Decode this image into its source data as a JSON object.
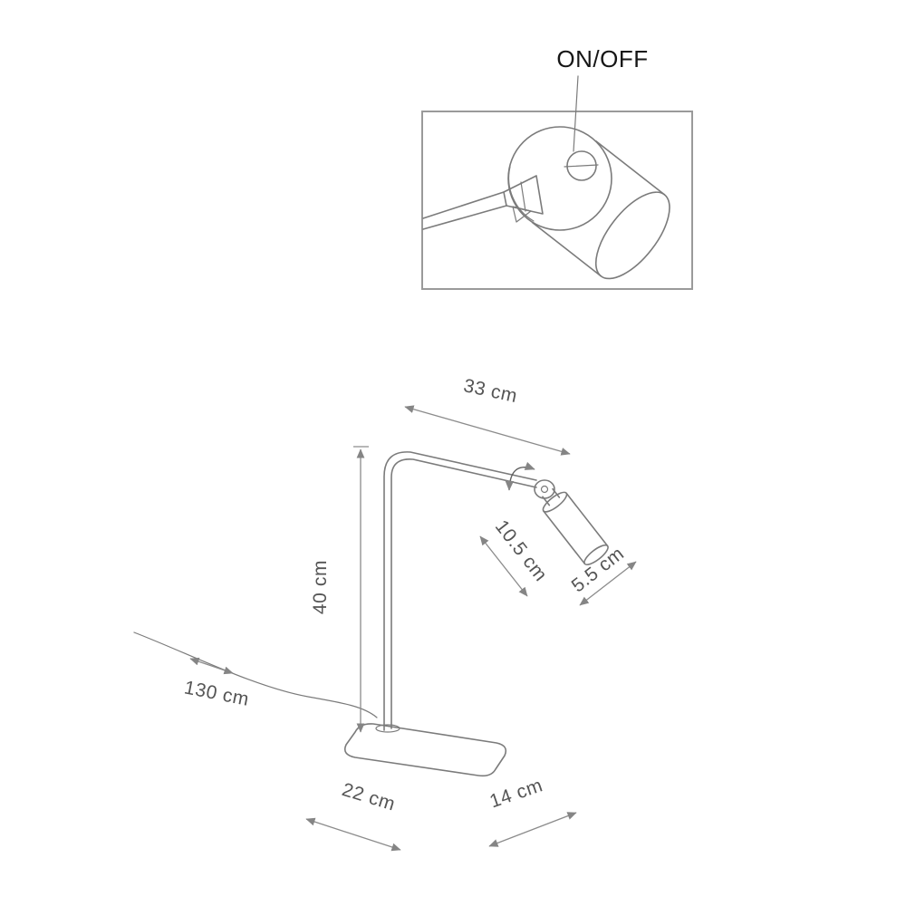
{
  "inset": {
    "label": "ON/OFF"
  },
  "dimensions": {
    "arm_length": "33 cm",
    "stand_height": "40 cm",
    "shade_length": "10.5 cm",
    "shade_diameter": "5.5 cm",
    "cable_length": "130 cm",
    "base_length": "22 cm",
    "base_depth": "14 cm"
  },
  "colors": {
    "background": "#ffffff",
    "outline": "#7b7b7b",
    "dimension_line": "#8c8c8c",
    "dimension_text": "#555555",
    "label_text": "#161616",
    "inset_border": "#9a9a9a"
  }
}
